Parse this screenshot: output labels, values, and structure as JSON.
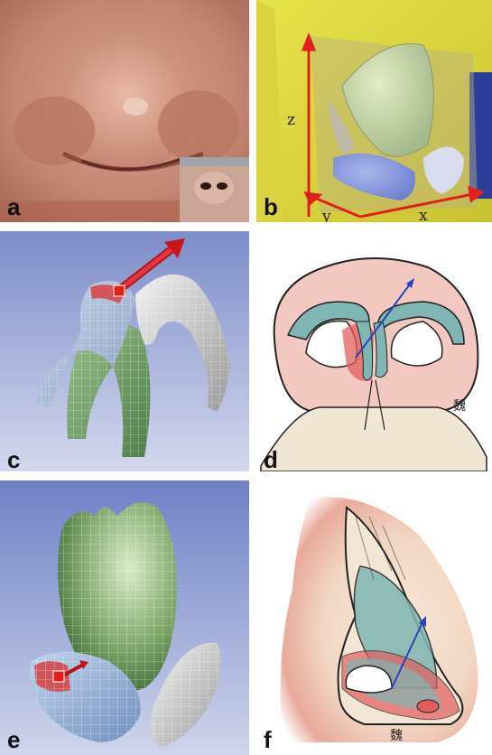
{
  "panels": [
    {
      "label": "a"
    },
    {
      "label": "b"
    },
    {
      "label": "c"
    },
    {
      "label": "d"
    },
    {
      "label": "e"
    },
    {
      "label": "f"
    }
  ],
  "panel_b": {
    "axes": {
      "z": "z",
      "y": "y",
      "x": "x"
    }
  },
  "signature": "魏"
}
